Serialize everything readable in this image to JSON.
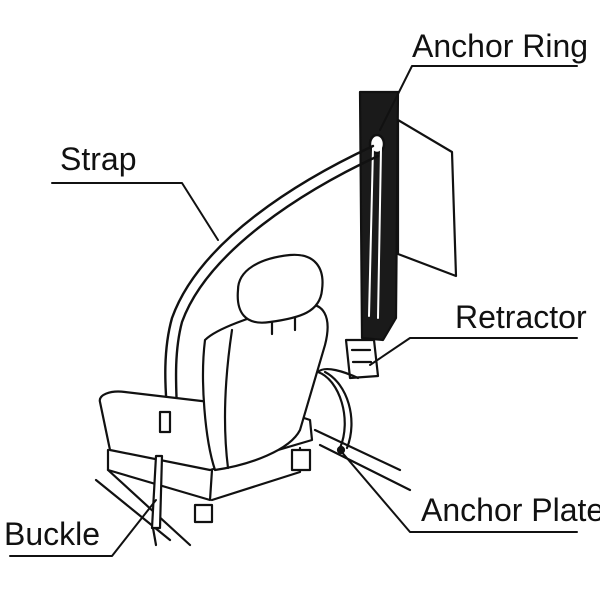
{
  "diagram": {
    "labels": {
      "anchor_ring": "Anchor Ring",
      "strap": "Strap",
      "retractor": "Retractor",
      "anchor_plate": "Anchor Plate",
      "buckle": "Buckle"
    },
    "colors": {
      "line": "#111111",
      "pillar": "#1a1a1a",
      "background": "#ffffff"
    }
  }
}
